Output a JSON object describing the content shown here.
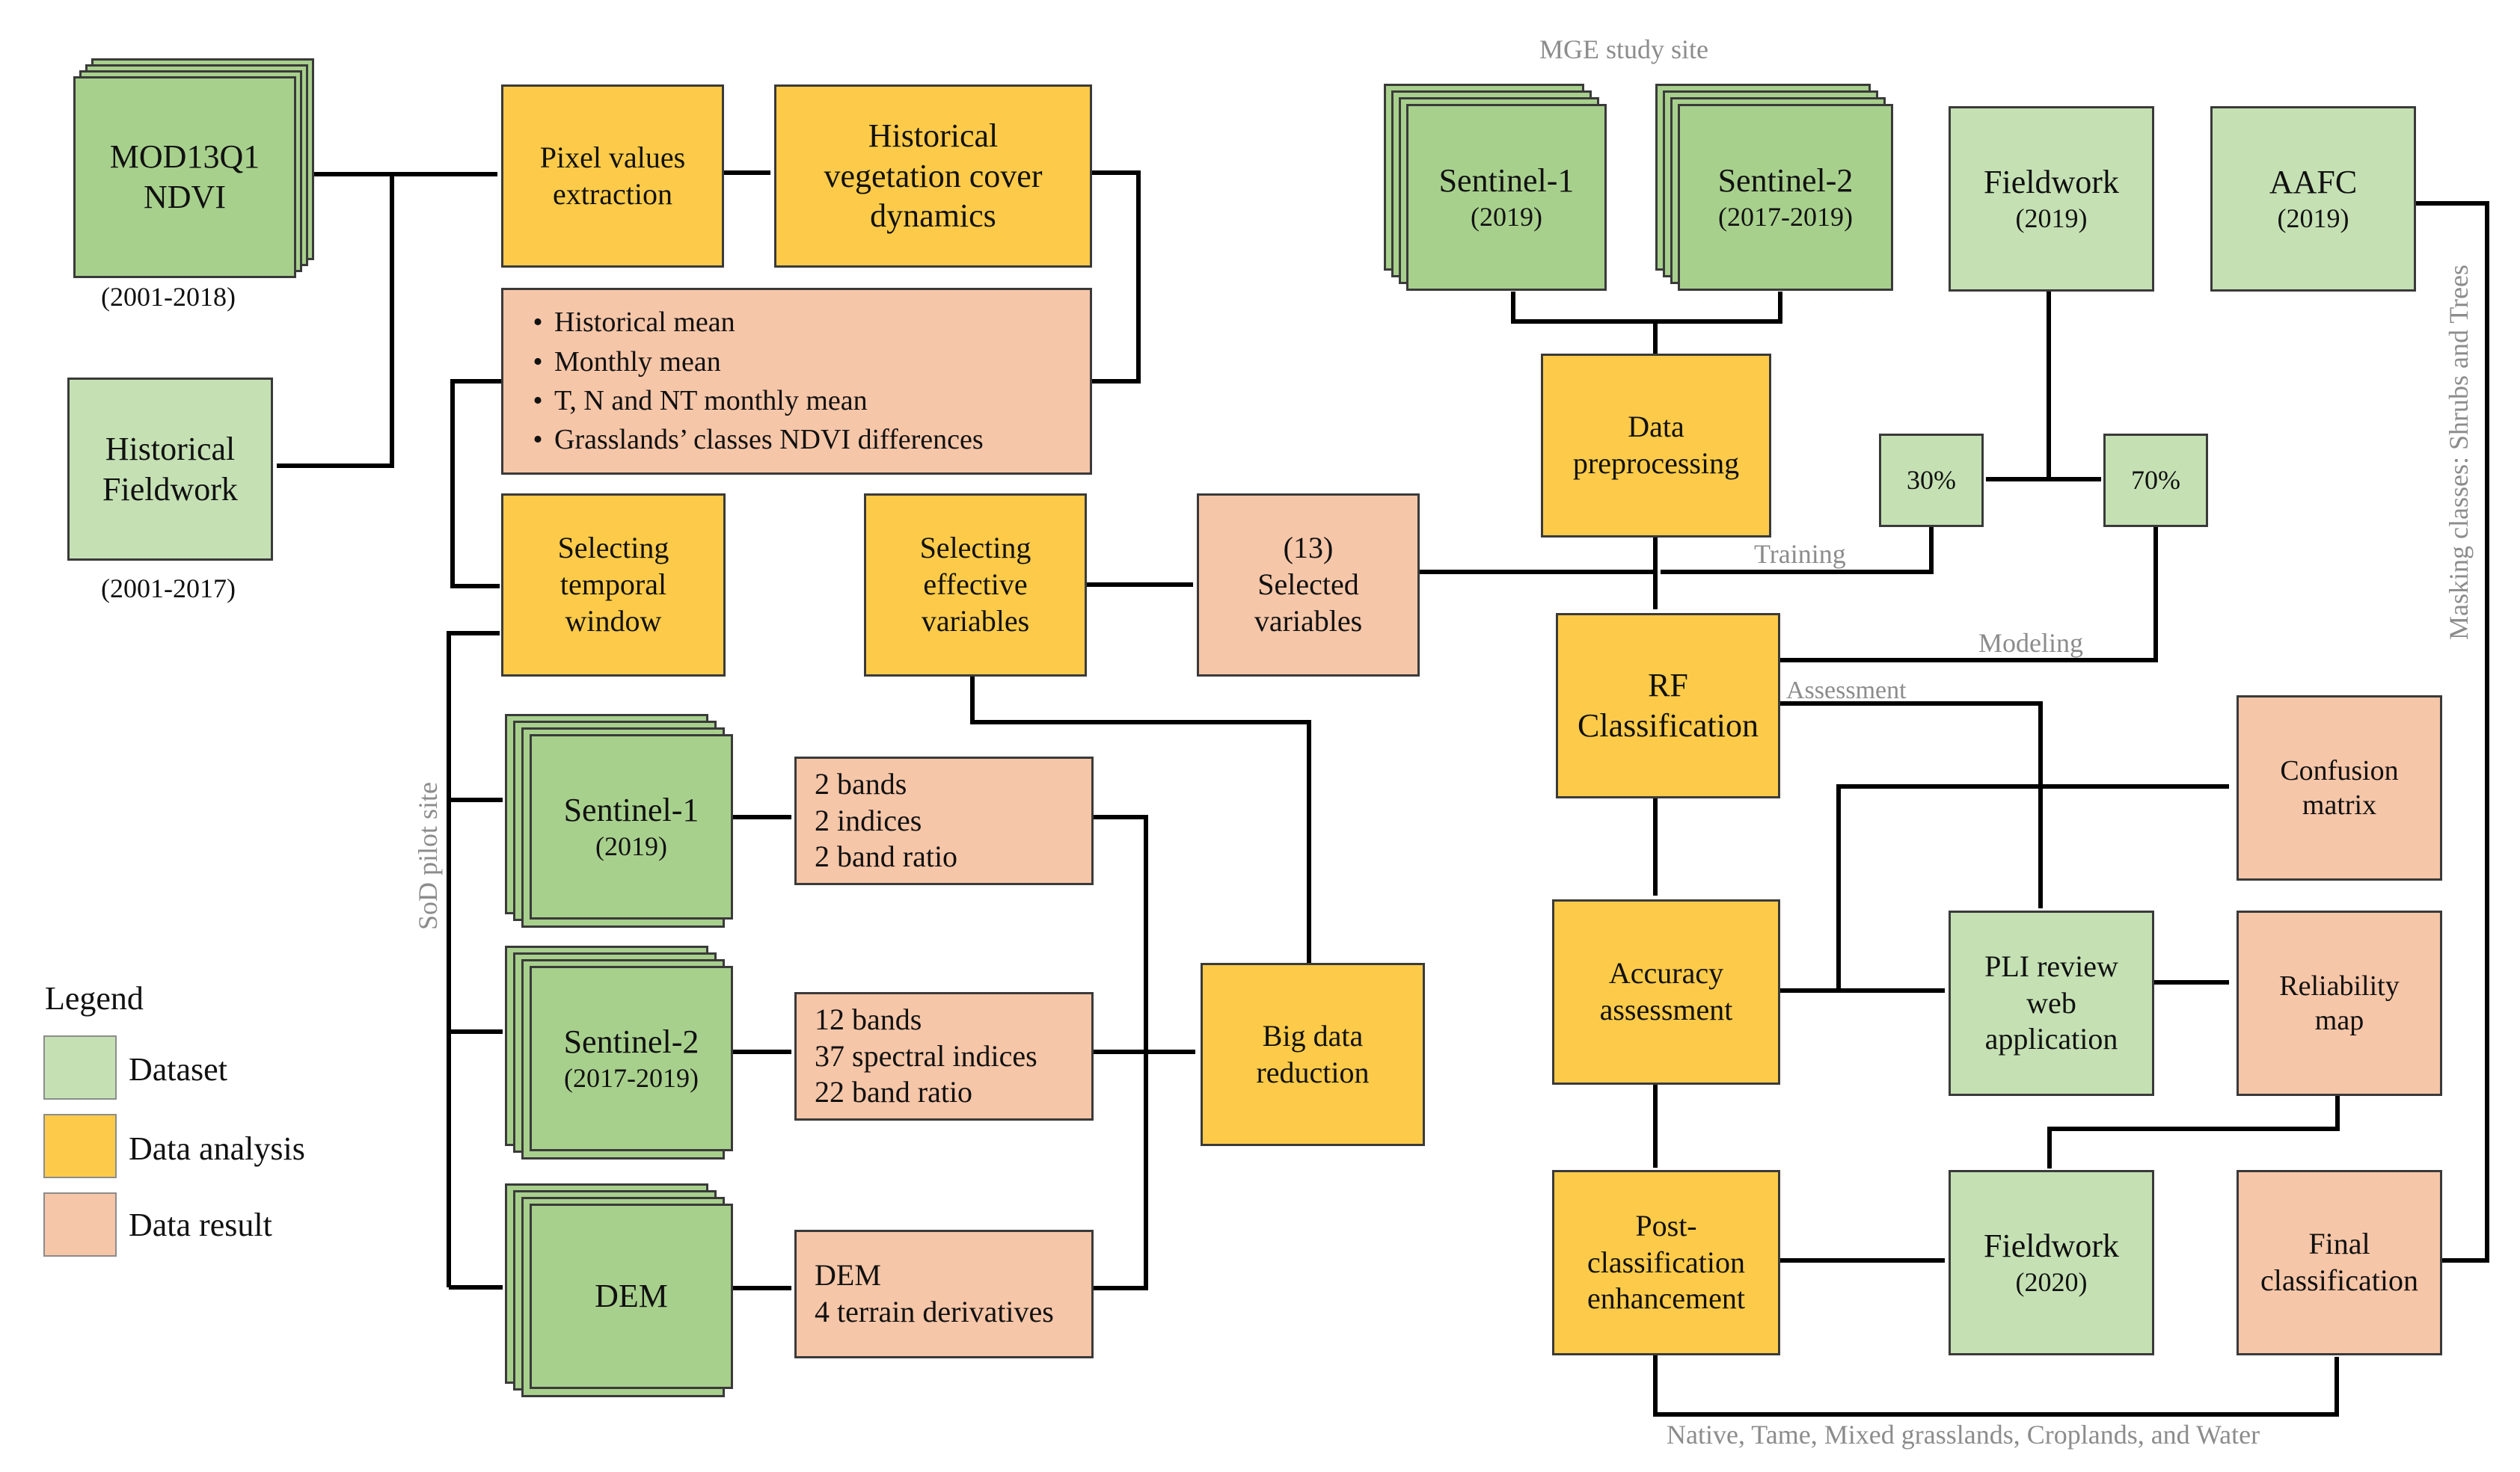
{
  "mod13": {
    "line1": "MOD13Q1",
    "line2": "NDVI",
    "years": "(2001-2018)"
  },
  "hist_field": {
    "line1": "Historical",
    "line2": "Fieldwork",
    "years": "(2001-2017)"
  },
  "pixel": {
    "line1": "Pixel values",
    "line2": "extraction"
  },
  "hvcd": {
    "line1": "Historical",
    "line2": "vegetation  cover",
    "line3": "dynamics"
  },
  "means": [
    "Historical mean",
    "Monthly mean",
    "T, N and NT monthly mean",
    "Grasslands’ classes NDVI differences"
  ],
  "temporal": {
    "line1": "Selecting",
    "line2": "temporal",
    "line3": "window"
  },
  "effective": {
    "line1": "Selecting",
    "line2": "effective",
    "line3": "variables"
  },
  "selected": {
    "line1": "(13)",
    "line2": "Selected",
    "line3": "variables"
  },
  "sod_s1": {
    "name": "Sentinel-1",
    "years": "(2019)"
  },
  "sod_s2": {
    "name": "Sentinel-2",
    "years": "(2017-2019)"
  },
  "sod_dem": {
    "name": "DEM"
  },
  "s1_res": [
    "2 bands",
    "2 indices",
    "2 band ratio"
  ],
  "s2_res": [
    "12 bands",
    "37 spectral indices",
    "22 band ratio"
  ],
  "dem_res": [
    "DEM",
    "4 terrain derivatives"
  ],
  "bigdata": {
    "line1": "Big data",
    "line2": "reduction"
  },
  "sod_label": "SoD pilot site",
  "legend": {
    "title": "Legend",
    "items": [
      {
        "label": "Dataset",
        "color": "#c5e1b4"
      },
      {
        "label": "Data analysis",
        "color": "#fdcb49"
      },
      {
        "label": "Data result",
        "color": "#f6c6a8"
      }
    ]
  },
  "mge_label": "MGE  study site",
  "mge_s1": {
    "name": "Sentinel-1",
    "years": "(2019)"
  },
  "mge_s2": {
    "name": "Sentinel-2",
    "years": "(2017-2019)"
  },
  "field2019": {
    "name": "Fieldwork",
    "years": "(2019)"
  },
  "aafc": {
    "name": "AAFC",
    "years": "(2019)"
  },
  "preproc": {
    "line1": "Data",
    "line2": "preprocessing"
  },
  "pct30": "30%",
  "pct70": "70%",
  "training": "Training",
  "modeling": "Modeling",
  "assessment_label": "Assessment",
  "rf": {
    "line1": "RF",
    "line2": "Classification"
  },
  "accuracy": {
    "line1": "Accuracy",
    "line2": "assessment"
  },
  "confusion": {
    "line1": "Confusion",
    "line2": "matrix"
  },
  "pli": {
    "line1": "PLI review",
    "line2": "web",
    "line3": "application"
  },
  "reliability": {
    "line1": "Reliability",
    "line2": "map"
  },
  "post": {
    "line1": "Post-",
    "line2": "classification",
    "line3": "enhancement"
  },
  "field2020": {
    "name": "Fieldwork",
    "years": "(2020)"
  },
  "final": {
    "line1": "Final",
    "line2": "classification"
  },
  "masking": "Masking classes: Shrubs and Trees",
  "bottom_label": "Native, Tame, Mixed grasslands, Croplands, and Water"
}
